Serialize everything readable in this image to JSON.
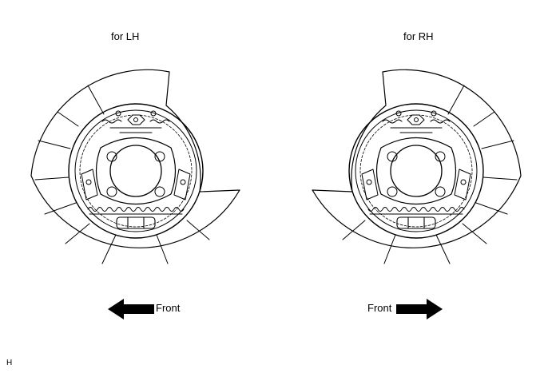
{
  "titles": {
    "lh": "for LH",
    "rh": "for RH"
  },
  "arrows": {
    "lh_label": "Front",
    "rh_label": "Front",
    "lh_direction": "left",
    "rh_direction": "right"
  },
  "reference_code": "H",
  "colors": {
    "stroke": "#000000",
    "background": "#ffffff",
    "arrow_fill": "#000000"
  }
}
